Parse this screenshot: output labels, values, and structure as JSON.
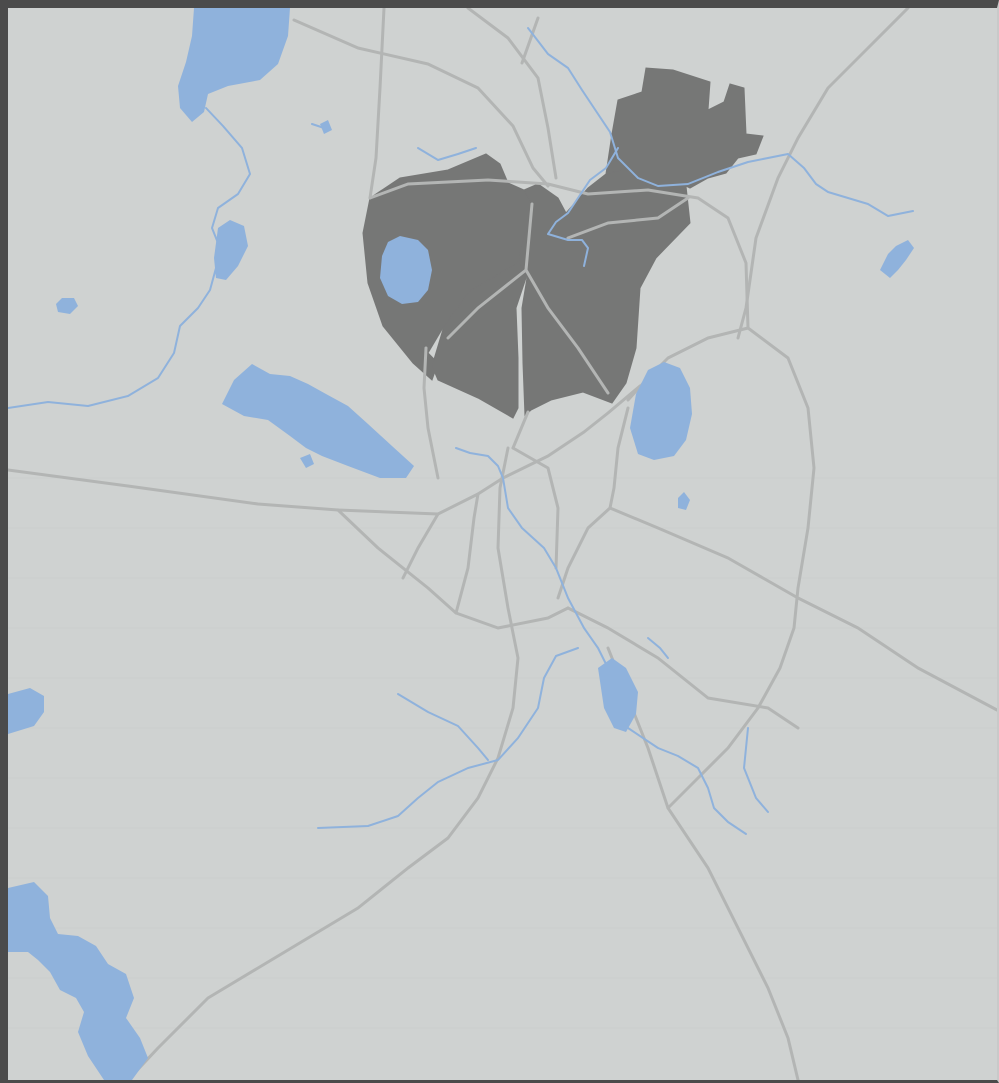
{
  "map": {
    "view": "regional-overview",
    "labels": [],
    "colors": {
      "land": "#cfd2d1",
      "water": "#8fb2dc",
      "highlighted_area": "#767776",
      "roads": "#b3b5b4",
      "frame": "#4b4b4b"
    },
    "features": {
      "highlighted_area": "dark-grey-region",
      "water": [
        "lakes",
        "rivers"
      ],
      "roads": "major-roads"
    }
  }
}
